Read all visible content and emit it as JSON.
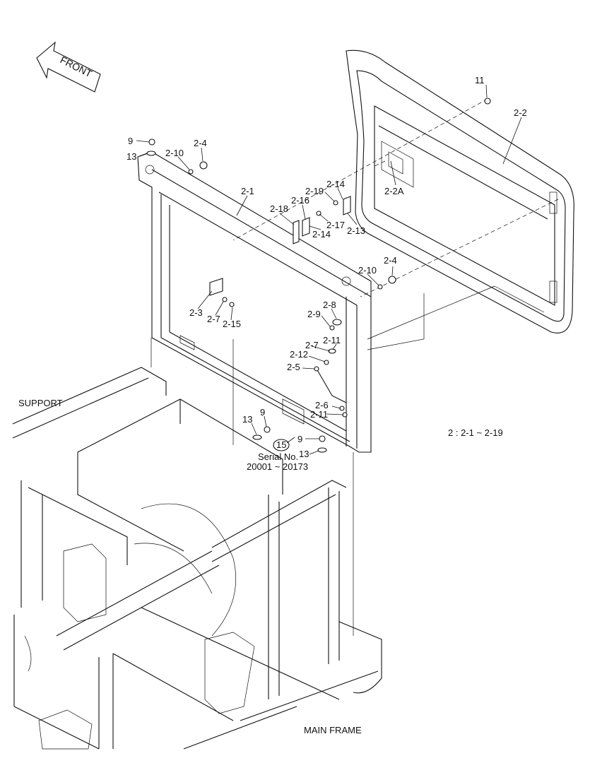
{
  "arrow": {
    "label": "FRONT"
  },
  "assemblies": {
    "support": "SUPPORT",
    "main_frame": "MAIN FRAME"
  },
  "legend": "2 : 2-1 ~ 2-19",
  "serial": {
    "marker": "15",
    "line1": "Serial No.",
    "line2": "20001 ~ 20173"
  },
  "labels": [
    "11",
    "2-2",
    "9",
    "13",
    "2-10",
    "2-4",
    "2-1",
    "2-19",
    "2-14",
    "2-18",
    "2-16",
    "2-2A",
    "2-17",
    "2-14",
    "2-13",
    "2-10",
    "2-4",
    "2-3",
    "2-7",
    "2-15",
    "2-8",
    "2-9",
    "2-7",
    "2-11",
    "2-12",
    "2-5",
    "2-6",
    "2-11",
    "13",
    "9",
    "9",
    "13"
  ]
}
